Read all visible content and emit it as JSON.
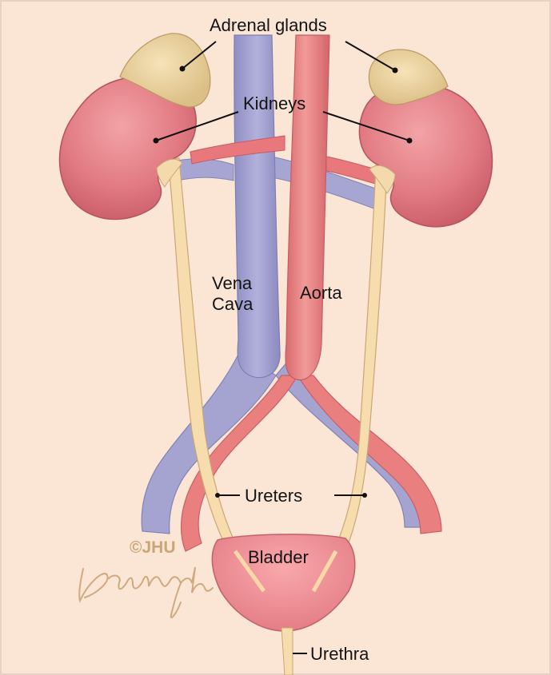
{
  "labels": {
    "adrenal_glands": "Adrenal glands",
    "kidneys": "Kidneys",
    "vena_cava_line1": "Vena",
    "vena_cava_line2": "Cava",
    "aorta": "Aorta",
    "ureters": "Ureters",
    "bladder": "Bladder",
    "urethra": "Urethra"
  },
  "credit": {
    "copyright": "©JHU",
    "signature": "Brumbaugh"
  },
  "colors": {
    "background": "#fbe6d6",
    "kidney": "#e47f86",
    "vena_cava": "#a3a2cf",
    "aorta": "#e57e7e",
    "ureter": "#f6d9a8",
    "adrenal": "#ecd39b",
    "bladder": "#ef8a90"
  }
}
